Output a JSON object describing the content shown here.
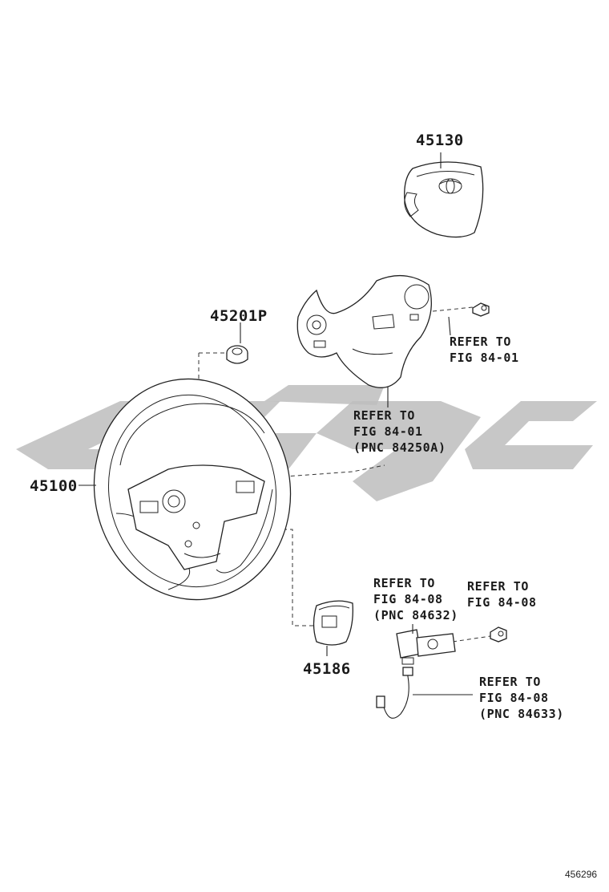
{
  "diagram": {
    "parts": [
      {
        "id": "p45130",
        "number": "45130"
      },
      {
        "id": "p45201p",
        "number": "45201P"
      },
      {
        "id": "p45100",
        "number": "45100"
      },
      {
        "id": "p45186",
        "number": "45186"
      }
    ],
    "references": [
      {
        "id": "ref1",
        "lines": [
          "REFER TO",
          "FIG 84-01"
        ]
      },
      {
        "id": "ref2",
        "lines": [
          "REFER TO",
          "FIG 84-01",
          "(PNC 84250A)"
        ]
      },
      {
        "id": "ref3",
        "lines": [
          "REFER TO",
          "FIG 84-08",
          "(PNC 84632)"
        ]
      },
      {
        "id": "ref4",
        "lines": [
          "REFER TO",
          "FIG 84-08"
        ]
      },
      {
        "id": "ref5",
        "lines": [
          "REFER TO",
          "FIG 84-08",
          "(PNC 84633)"
        ]
      }
    ],
    "figure_id": "456296"
  }
}
